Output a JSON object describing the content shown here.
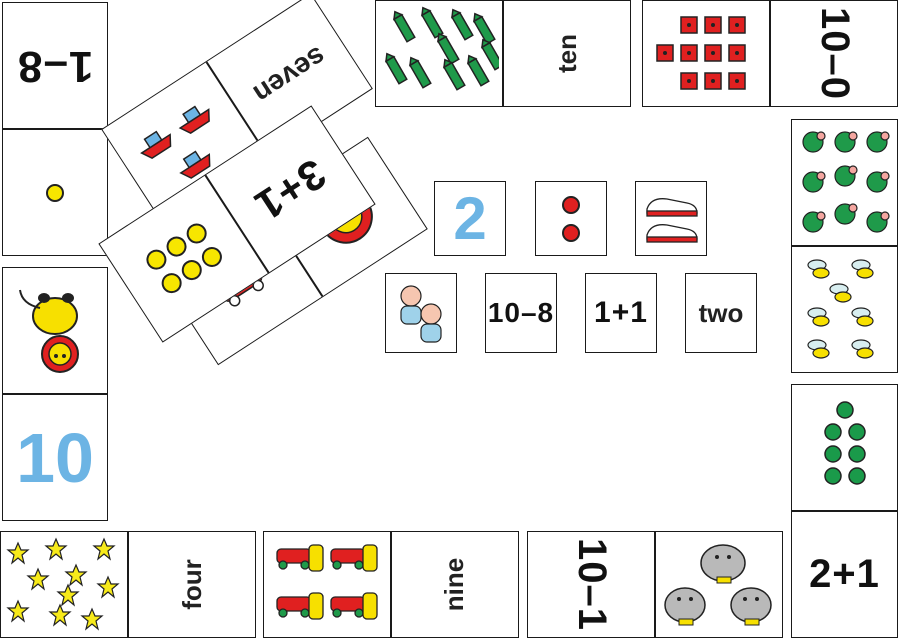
{
  "board": {
    "center_cards": {
      "digit_two": "2",
      "ten_minus_eight": "10–8",
      "one_plus_one": "1+1",
      "word_two": "two"
    },
    "left_column": {
      "top_expression": "1–8",
      "bottom_number": "10"
    },
    "top_row": {
      "word_ten": "ten",
      "expression_ten_minus_zero": "10–0"
    },
    "bottom_row": {
      "word_four": "four",
      "word_nine": "nine",
      "expression_ten_minus_one": "10–1"
    },
    "right_column": {
      "expression_two_plus_one": "2+1"
    },
    "stacked_pile": {
      "word_seven": "seven",
      "expression_three_plus_one": "3+1"
    }
  },
  "colors": {
    "card_border": "#1a1a1a",
    "number_blue": "#6cb4e4",
    "dot_red": "#e02020",
    "dot_yellow": "#f7e600",
    "dot_green": "#1a9a4a",
    "crayon_green": "#1f9a4a",
    "star_yellow": "#f7ea1a"
  },
  "icons": [
    "crayon-icon",
    "red-dot-icon",
    "yellow-dot-icon",
    "green-dot-icon",
    "ladybug-icon",
    "bee-icon",
    "star-icon",
    "car-icon",
    "hippo-icon",
    "sneaker-icon",
    "baby-icon",
    "lion-icon",
    "boat-icon"
  ]
}
